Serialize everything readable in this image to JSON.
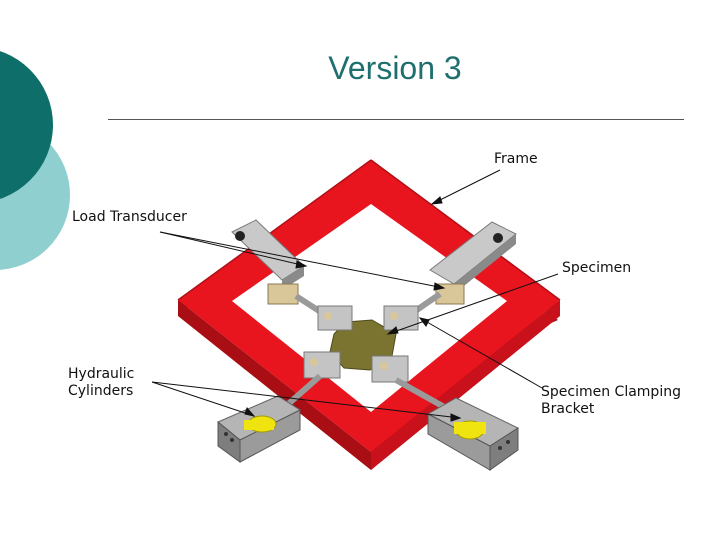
{
  "slide": {
    "title": "Version 3"
  },
  "labels": {
    "frame": "Frame",
    "load_transducer": "Load Transducer",
    "specimen": "Specimen",
    "hydraulic_cylinders": "Hydraulic Cylinders",
    "specimen_clamping_bracket": "Specimen Clamping Bracket"
  },
  "colors": {
    "title": "#1f6f6f",
    "frame_red": "#e8141e",
    "decor_teal_dark": "#0e6e6a",
    "decor_teal_light": "#8fcfcf",
    "steel": "#b9b9b9",
    "cylinder_yellow": "#f0e410",
    "specimen_olive": "#7a7430"
  }
}
